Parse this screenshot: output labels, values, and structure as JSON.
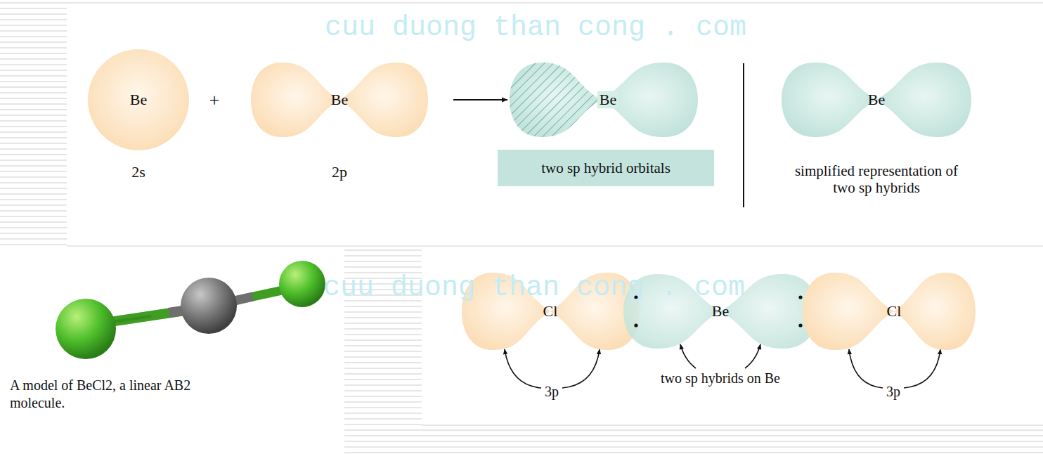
{
  "diagram": {
    "nodes": [
      {
        "text": [
          "Be",
          "2s"
        ]
      },
      {
        "text": [
          "Be",
          "2p"
        ]
      },
      {
        "text": [
          "Be"
        ]
      },
      {
        "text": [
          "two sp hybrid orbitals"
        ]
      },
      {
        "text": [
          "Be",
          "simplified representation of two sp hybrids"
        ]
      },
      {
        "text": [
          "Cl"
        ]
      },
      {
        "text": [
          "Be"
        ]
      },
      {
        "text": [
          "Cl"
        ]
      }
    ],
    "edges": [
      {
        "from": 1,
        "to": 2,
        "arrow": "to"
      }
    ],
    "labels": [
      "cuu duong than cong . com",
      "+",
      "cuu duong than cong . com",
      "A model of BeCl2, a linear AB2 molecule.",
      "3p",
      "two sp hybrids on Be",
      "3p"
    ]
  }
}
